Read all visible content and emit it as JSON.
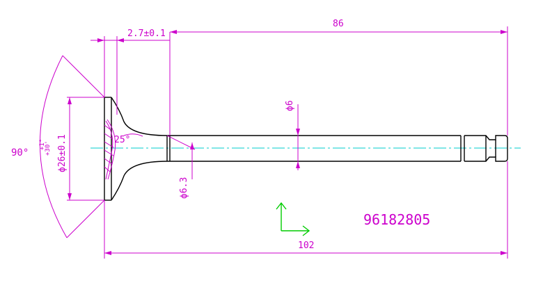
{
  "drawing": {
    "part_number": "96182805",
    "colors": {
      "part_outline": "#000000",
      "dimension": "#cc00cc",
      "centerline": "#00cccc",
      "axis_indicator": "#00cc00",
      "background": "#ffffff"
    },
    "dimensions": {
      "overall_length": "102",
      "length_to_tip": "86",
      "face_thickness": "2.7±0.1",
      "stem_diameter": "ϕ6",
      "neck_diameter": "ϕ6.3",
      "head_diameter": "ϕ26±0.1",
      "seat_angle": "90°",
      "seat_tol_upper": "+1°",
      "seat_tol_lower": "+30'",
      "fillet_angle": "25°"
    }
  }
}
